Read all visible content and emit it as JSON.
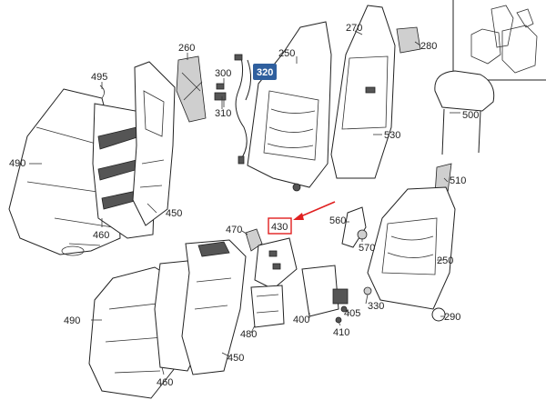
{
  "labels": {
    "l495": "495",
    "l490a": "490",
    "l460a": "460",
    "l450a": "450",
    "l260": "260",
    "l300": "300",
    "l310": "310",
    "l320": "320",
    "l250a": "250",
    "l270": "270",
    "l280": "280",
    "l530": "530",
    "l500": "500",
    "l510": "510",
    "l470": "470",
    "l430": "430",
    "l560": "560",
    "l570": "570",
    "l250b": "250",
    "l490b": "490",
    "l480": "480",
    "l400": "400",
    "l405": "405",
    "l410": "410",
    "l330": "330",
    "l290": "290",
    "l450b": "450",
    "l460b": "460"
  },
  "colors": {
    "highlight_badge": "#2f5f9e",
    "callout_box": "#e02020",
    "ink": "#222222"
  }
}
